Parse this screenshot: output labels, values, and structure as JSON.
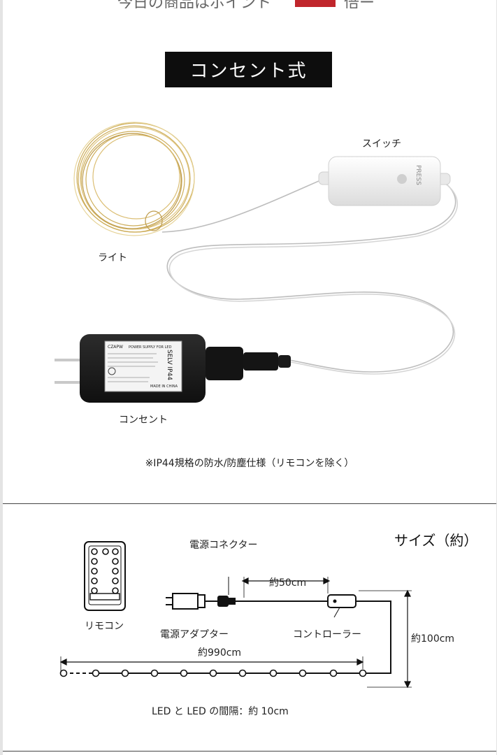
{
  "header_cut": {
    "text_left": "今日の商品はポイント",
    "text_right": "倍ー"
  },
  "section_title": "コンセント式",
  "photo_labels": {
    "switch": "スイッチ",
    "light": "ライト",
    "outlet": "コンセント"
  },
  "adapter_print": {
    "brand": "CZAPW",
    "model": "POWER SUPPLY FOR LED",
    "rating": "SELV IP44",
    "made_in": "MADE IN CHINA"
  },
  "switch_print": "PRESS",
  "note": "※IP44規格の防水/防塵仕様（リモコンを除く）",
  "diagram": {
    "size_title": "サイズ（約）",
    "power_connector": "電源コネクター",
    "remote": "リモコン",
    "power_adapter": "電源アダプター",
    "controller": "コントローラー",
    "len_50": "約50cm",
    "len_100": "約100cm",
    "len_990": "約990cm",
    "led_spacing": "LED と LED の間隔：約 10cm"
  },
  "colors": {
    "title_bg": "#0d0d0d",
    "wire_gold": "#c9a64a",
    "adapter_body": "#1b1b1b"
  }
}
